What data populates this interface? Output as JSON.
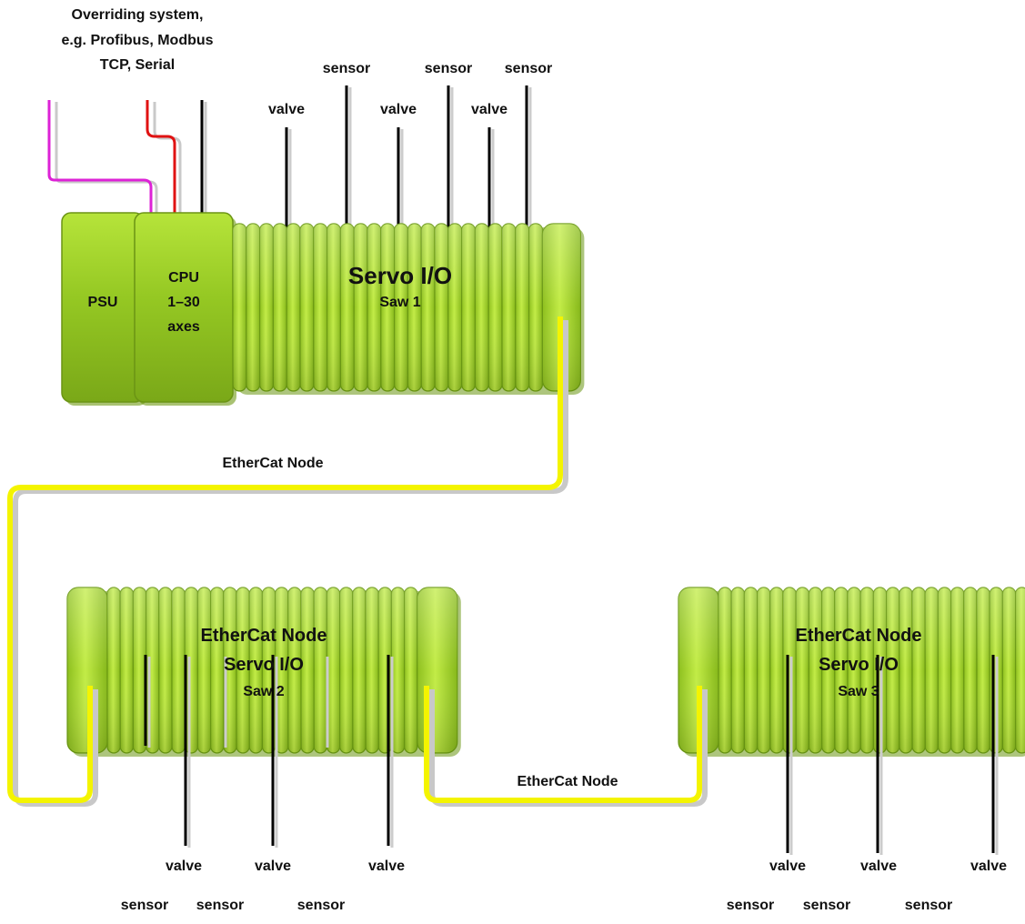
{
  "overriding_system": {
    "line1": "Overriding system,",
    "line2": "e.g. Profibus, Modbus",
    "line3": "TCP, Serial"
  },
  "psu": {
    "label": "PSU"
  },
  "cpu": {
    "line1": "CPU",
    "line2": "1–30",
    "line3": "axes"
  },
  "saw1": {
    "title": "Servo I/O",
    "subtitle": "Saw 1"
  },
  "saw2": {
    "line1": "EtherCat Node",
    "line2": "Servo I/O",
    "line3": "Saw 2"
  },
  "saw3": {
    "line1": "EtherCat Node",
    "line2": "Servo I/O",
    "line3": "Saw 3"
  },
  "links": {
    "link1": "EtherCat Node",
    "link2": "EtherCat Node"
  },
  "saw1_io": [
    "valve",
    "sensor",
    "valve",
    "sensor",
    "valve",
    "sensor"
  ],
  "saw2_io": [
    "valve",
    "valve",
    "valve",
    "sensor",
    "sensor",
    "sensor"
  ],
  "saw3_io": [
    "valve",
    "valve",
    "valve",
    "sensor",
    "sensor",
    "sensor"
  ],
  "colors": {
    "module_green": "#8fc31f",
    "module_highlight": "#c8f04a",
    "module_shadow": "#5e8a10",
    "ethercat_yellow": "#f5f500",
    "profibus_magenta": "#e020d8",
    "serial_red": "#e01010",
    "wire_black": "#000000"
  }
}
